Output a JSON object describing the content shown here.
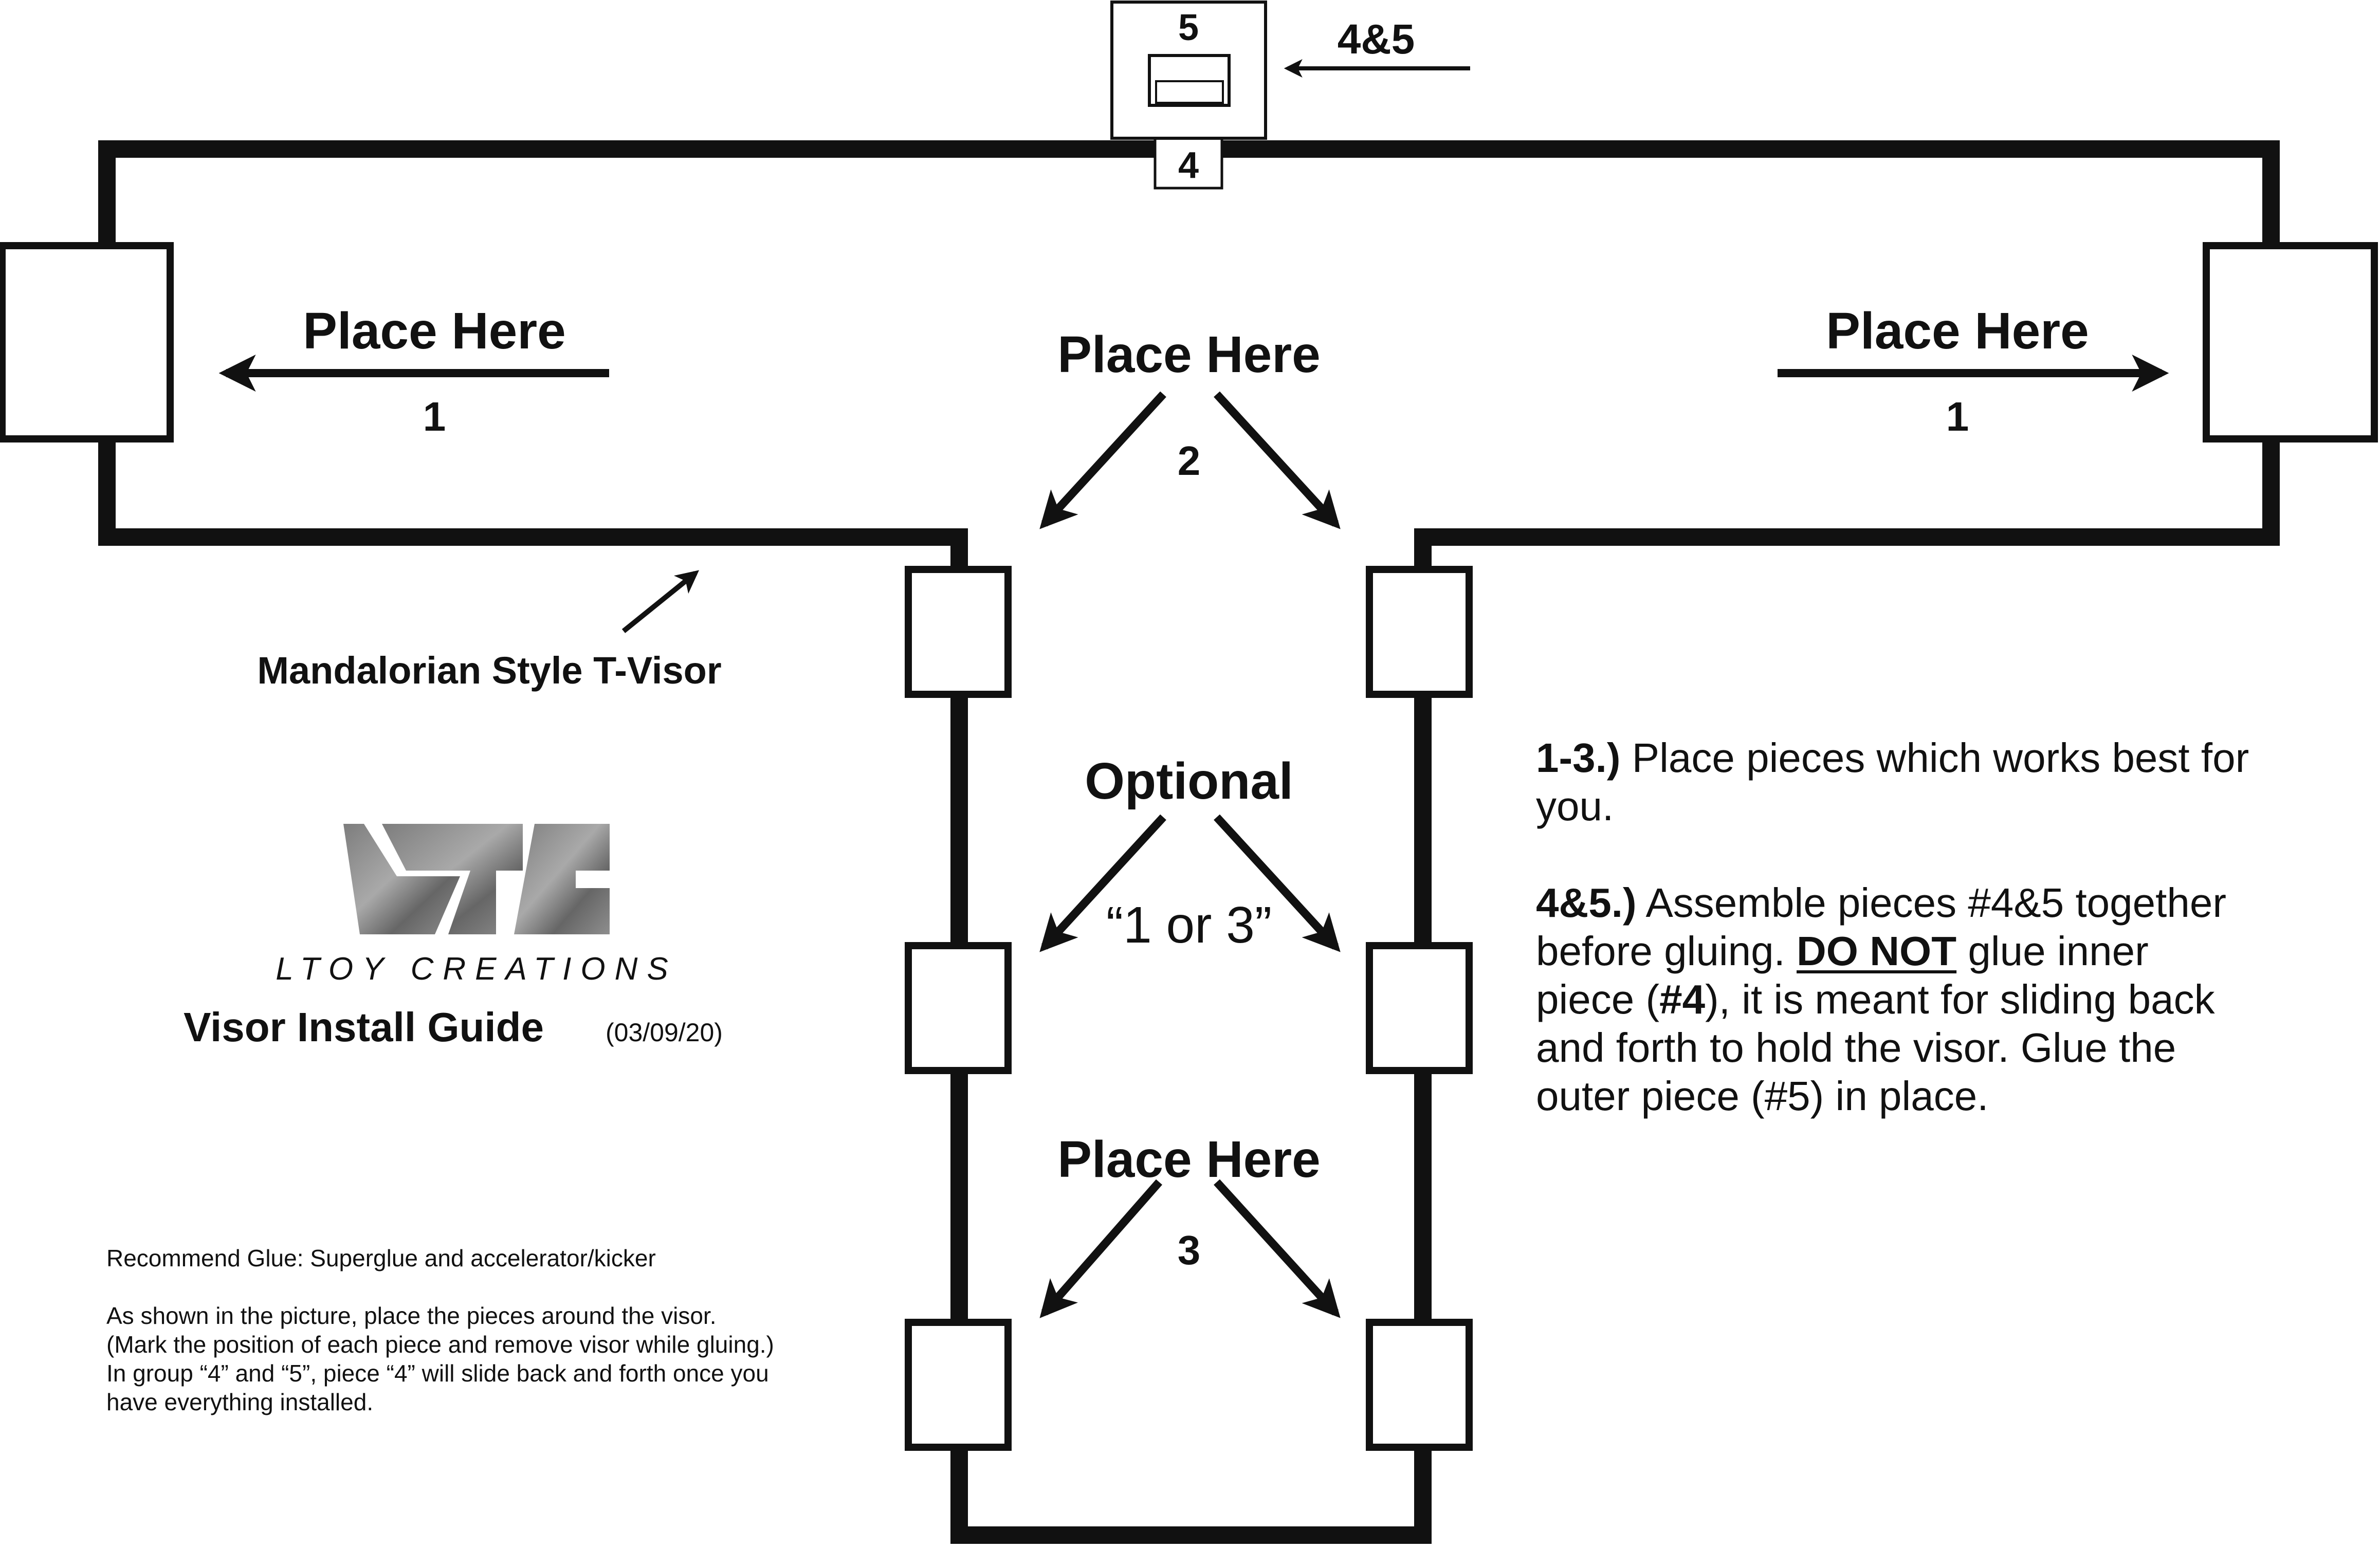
{
  "piece_top": {
    "num_5": "5",
    "num_4": "4",
    "arrow_label": "4&5"
  },
  "left_group": {
    "place_here": "Place Here",
    "num": "1"
  },
  "right_group": {
    "place_here": "Place Here",
    "num": "1"
  },
  "center_top": {
    "place_here": "Place Here",
    "num": "2"
  },
  "center_mid": {
    "optional": "Optional",
    "choice": "“1 or 3”"
  },
  "center_bottom": {
    "place_here": "Place Here",
    "num": "3"
  },
  "visor_label": "Mandalorian Style T-Visor",
  "logo": {
    "wordmark": "LTOY CREATIONS"
  },
  "guide": {
    "title": "Visor Install Guide",
    "date": "(03/09/20)"
  },
  "instructions": {
    "step1_label": "1-3.)",
    "step1_text": " Place pieces which works best for you.",
    "step2_label": "4&5.)",
    "step2_text_a": " Assemble pieces #4&5 together before gluing. ",
    "step2_emph": "DO NOT",
    "step2_text_b": " glue inner piece (",
    "step2_piece": "#4",
    "step2_text_c": "), it is meant for sliding back and forth to hold the visor. Glue the outer piece (#5) in place."
  },
  "notes": {
    "glue": "Recommend Glue: Superglue and accelerator/kicker",
    "line1": "As shown in the picture, place the pieces around the visor.",
    "line2": "(Mark the position of each piece and remove visor while gluing.)",
    "line3": "In group “4” and “5”, piece “4” will slide back and forth once you",
    "line4": "have everything installed."
  }
}
